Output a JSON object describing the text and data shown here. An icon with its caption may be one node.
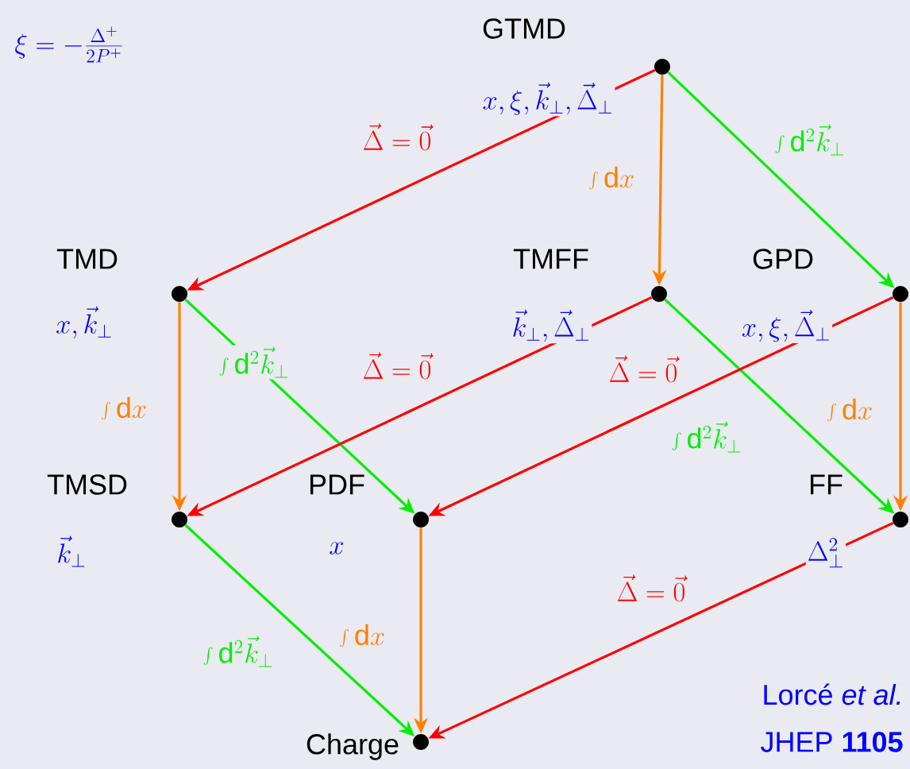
{
  "diagram": {
    "nodes": [
      {
        "text": [
          "GTMD",
          "x, \\xi, \\vec{k}_\\perp, \\vec{\\Delta}_\\perp"
        ]
      },
      {
        "text": [
          "TMD",
          "x, \\vec{k}_\\perp"
        ]
      },
      {
        "text": [
          "TMFF",
          "\\vec{k}_\\perp, \\vec{\\Delta}_\\perp"
        ]
      },
      {
        "text": [
          "GPD",
          "x, \\xi, \\vec{\\Delta}_\\perp"
        ]
      },
      {
        "text": [
          "TMSD",
          "\\vec{k}_\\perp"
        ]
      },
      {
        "text": [
          "PDF",
          "x"
        ]
      },
      {
        "text": [
          "FF",
          "\\Delta_\\perp^2"
        ]
      },
      {
        "text": [
          "Charge"
        ]
      }
    ],
    "edges": [
      {
        "from": 0,
        "to": 1,
        "arrow": "to",
        "label": "\\vec{\\Delta} = \\vec{0}",
        "color": "#ff0000"
      },
      {
        "from": 0,
        "to": 2,
        "arrow": "to",
        "label": "\\int \\mathrm{d}x",
        "color": "#ff8000"
      },
      {
        "from": 0,
        "to": 3,
        "arrow": "to",
        "label": "\\int \\mathrm{d}^2\\vec{k}_\\perp",
        "color": "#00ee00"
      },
      {
        "from": 1,
        "to": 4,
        "arrow": "to",
        "label": "\\int \\mathrm{d}x",
        "color": "#ff8000"
      },
      {
        "from": 1,
        "to": 5,
        "arrow": "to",
        "label": "\\int \\mathrm{d}^2\\vec{k}_\\perp",
        "color": "#00ee00"
      },
      {
        "from": 2,
        "to": 4,
        "arrow": "to",
        "label": "\\vec{\\Delta} = \\vec{0}",
        "color": "#ff0000"
      },
      {
        "from": 2,
        "to": 6,
        "arrow": "to",
        "label": "\\int \\mathrm{d}^2\\vec{k}_\\perp",
        "color": "#00ee00"
      },
      {
        "from": 3,
        "to": 5,
        "arrow": "to",
        "label": "\\vec{\\Delta} = \\vec{0}",
        "color": "#ff0000"
      },
      {
        "from": 3,
        "to": 6,
        "arrow": "to",
        "label": "\\int \\mathrm{d}x",
        "color": "#ff8000"
      },
      {
        "from": 4,
        "to": 7,
        "arrow": "to",
        "label": "\\int \\mathrm{d}^2\\vec{k}_\\perp",
        "color": "#00ee00"
      },
      {
        "from": 5,
        "to": 7,
        "arrow": "to",
        "label": "\\int \\mathrm{d}x",
        "color": "#ff8000"
      },
      {
        "from": 6,
        "to": 7,
        "arrow": "to",
        "label": "\\vec{\\Delta} = \\vec{0}",
        "color": "#ff0000"
      }
    ],
    "labels": [
      "\\xi = -\\frac{\\Delta^+}{2P^+}",
      "Lorcé *et al.*",
      "JHEP **1105**"
    ]
  }
}
